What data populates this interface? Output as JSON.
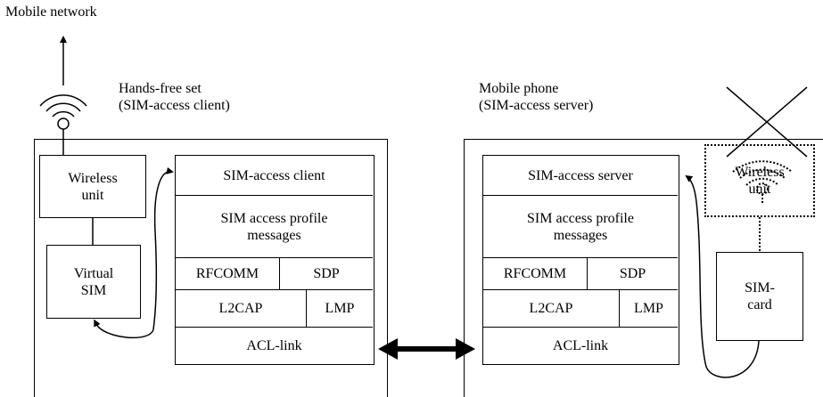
{
  "top": {
    "network_label": "Mobile network"
  },
  "client": {
    "heading": "Hands-free set\n(SIM-access client)",
    "wireless": "Wireless\nunit",
    "virtual_sim": "Virtual\nSIM",
    "stack": {
      "app": "SIM-access client",
      "profile": "SIM access profile\nmessages",
      "rfcomm": "RFCOMM",
      "sdp": "SDP",
      "l2cap": "L2CAP",
      "lmp": "LMP",
      "acl": "ACL-link"
    }
  },
  "server": {
    "heading": "Mobile phone\n(SIM-access server)",
    "wireless": "Wireless\nunit",
    "sim_card": "SIM-\ncard",
    "stack": {
      "app": "SIM-access server",
      "profile": "SIM access profile\nmessages",
      "rfcomm": "RFCOMM",
      "sdp": "SDP",
      "l2cap": "L2CAP",
      "lmp": "LMP",
      "acl": "ACL-link"
    }
  }
}
